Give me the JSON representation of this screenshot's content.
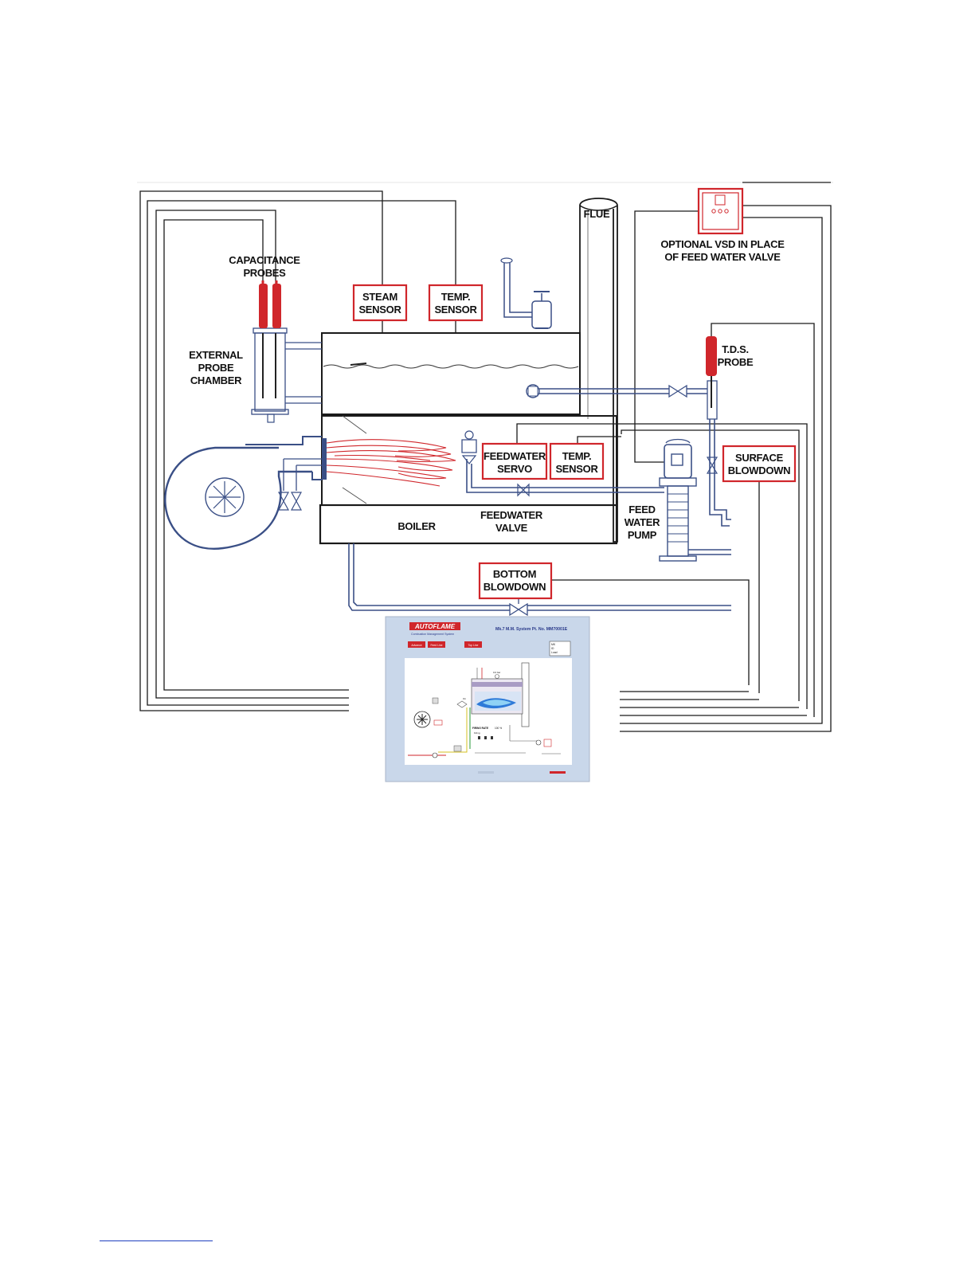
{
  "labels": {
    "flue": "FLUE",
    "vsd_line1": "OPTIONAL VSD IN PLACE",
    "vsd_line2": "OF FEED WATER VALVE",
    "capacitance_line1": "CAPACITANCE",
    "capacitance_line2": "PROBES",
    "steam_line1": "STEAM",
    "steam_line2": "SENSOR",
    "temp_line1": "TEMP.",
    "temp_line2": "SENSOR",
    "external_line1": "EXTERNAL",
    "external_line2": "PROBE",
    "external_line3": "CHAMBER",
    "tds_line1": "T.D.S.",
    "tds_line2": "PROBE",
    "fw_servo_line1": "FEEDWATER",
    "fw_servo_line2": "SERVO",
    "temp2_line1": "TEMP.",
    "temp2_line2": "SENSOR",
    "surface_line1": "SURFACE",
    "surface_line2": "BLOWDOWN",
    "fw_valve_line1": "FEEDWATER",
    "fw_valve_line2": "VALVE",
    "boiler": "BOILER",
    "pump_line1": "FEED",
    "pump_line2": "WATER",
    "pump_line3": "PUMP",
    "bottom_line1": "BOTTOM",
    "bottom_line2": "BLOWDOWN"
  },
  "hmi": {
    "brand": "AUTOFLAME",
    "brand_sub": "Combustion Management System",
    "title": "Mk.7 M.M. System Pt. No. MM70001E",
    "buttons": [
      "Advance",
      "Feed Line",
      "Top Line"
    ],
    "info_lines": [
      "MK",
      "ID",
      "Load"
    ],
    "pressure": "0.0 bar",
    "firing_rate_label": "FIRING RATE",
    "firing_rate_value": "100 %",
    "firing_sub": "Firing",
    "on_label": "On"
  },
  "colors": {
    "accent_red": "#d0262b",
    "pipe_blue": "#3a4f86",
    "hmi_panel": "#c9d7ea",
    "footnote_link": "#1f3fbf"
  }
}
